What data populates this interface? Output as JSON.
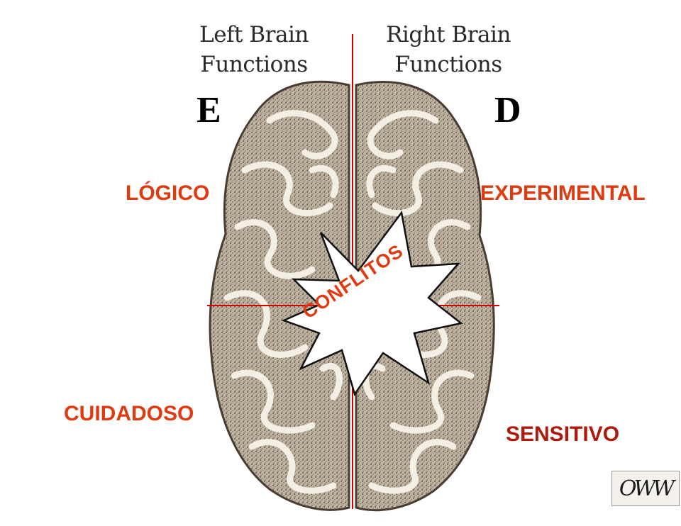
{
  "headings": {
    "left": [
      "Left Brain",
      "Functions"
    ],
    "right": [
      "Right Brain",
      "Functions"
    ]
  },
  "hemispheres": {
    "left_letter": "E",
    "right_letter": "D"
  },
  "traits": {
    "top_left": "LÓGICO",
    "top_right": "EXPERIMENTAL",
    "bottom_left": "CUIDADOSO",
    "bottom_right": "SENSITIVO"
  },
  "center_burst": "CONFLITOS",
  "logo": "OWW",
  "colors": {
    "trait_text": "#e03a10",
    "axis_lines": "#d10000",
    "brain_fill": "#bfb4a2",
    "brain_gyri": "#5a4a3e"
  }
}
